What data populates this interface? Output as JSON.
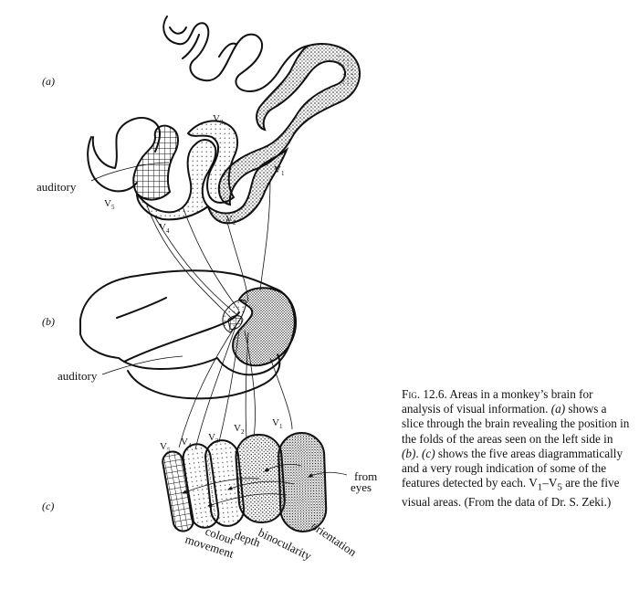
{
  "figure": {
    "panel_labels": {
      "a": "(a)",
      "b": "(b)",
      "c": "(c)"
    },
    "slice_labels": {
      "auditory": "auditory",
      "v1": "V",
      "v1_sub": "1",
      "v2": "V",
      "v2_sub": "2",
      "v3": "V",
      "v3_sub": "3",
      "v4": "V",
      "v4_sub": "4",
      "v5": "V",
      "v5_sub": "5"
    },
    "brain_labels": {
      "auditory": "auditory"
    },
    "area_labels": {
      "v5": "V",
      "v5_sub": "5",
      "v4": "V",
      "v4_sub": "4",
      "v3": "V",
      "v3_sub": "3",
      "v2": "V",
      "v2_sub": "2",
      "v1": "V",
      "v1_sub": "1"
    },
    "feature_labels": {
      "movement": "movement",
      "colour": "colour",
      "depth": "depth",
      "binocularity": "binocularity",
      "orientation": "orientation"
    },
    "from_eyes": {
      "line1": "from",
      "line2": "eyes"
    }
  },
  "caption": {
    "fig_number": "Fig. 12.6.",
    "text_1": " Areas in a monkey’s brain for analysis of visual information. ",
    "a": "(a)",
    "text_2": " shows a slice through the brain revealing the position in the folds of the areas seen on the left side in ",
    "b": "(b)",
    "text_3": ". ",
    "c": "(c)",
    "text_4": " shows the five areas diagrammatically and a very rough indication of some of the features detected by each. V",
    "v1_sub": "1",
    "dash": "–V",
    "v5_sub": "5",
    "text_5": " are the five visual areas. (From the data of Dr. S. Zeki.)"
  }
}
